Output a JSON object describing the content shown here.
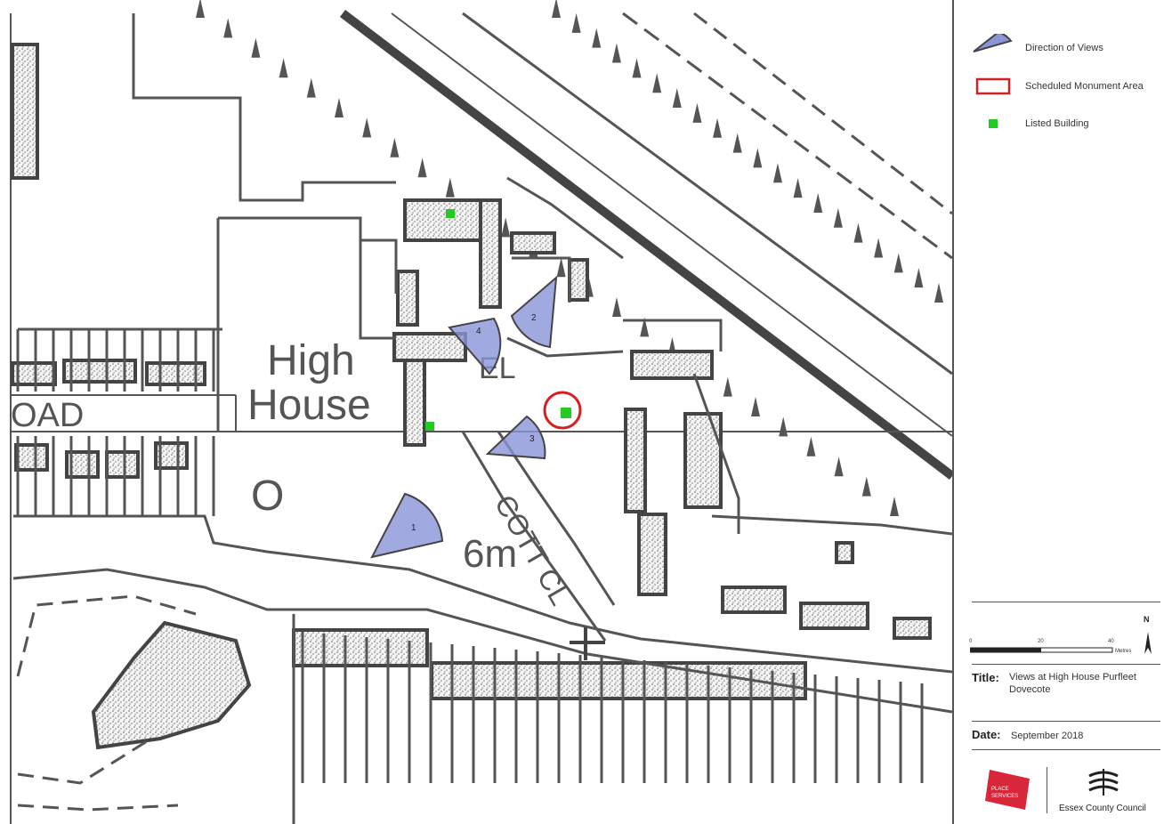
{
  "map": {
    "labels": {
      "high": "High",
      "house": "House",
      "road": "OAD",
      "distance": "6m",
      "ellicott_1": "EL",
      "ellicott_2": "COTT CL"
    },
    "viewpoints": [
      "1",
      "2",
      "3",
      "4"
    ]
  },
  "legend": {
    "items": [
      {
        "label": "Direction of Views",
        "icon": "view-cone-icon",
        "color": "#8a95d8"
      },
      {
        "label": "Scheduled Monument Area",
        "icon": "red-box-icon",
        "color": "#d62020"
      },
      {
        "label": "Listed Building",
        "icon": "green-square-icon",
        "color": "#22cc22"
      }
    ]
  },
  "scale": {
    "ticks": [
      "0",
      "20",
      "40"
    ],
    "unit": "Metres",
    "north": "N"
  },
  "info": {
    "title_key": "Title:",
    "title_value": "Views at High House Purfleet Dovecote",
    "date_key": "Date:",
    "date_value": "September 2018"
  },
  "logos": {
    "place_services": "PLACE SERVICES",
    "council": "Essex County Council"
  },
  "colors": {
    "line": "#505050",
    "view": "#8a95d8",
    "monument": "#d62020",
    "listed": "#22cc22"
  }
}
